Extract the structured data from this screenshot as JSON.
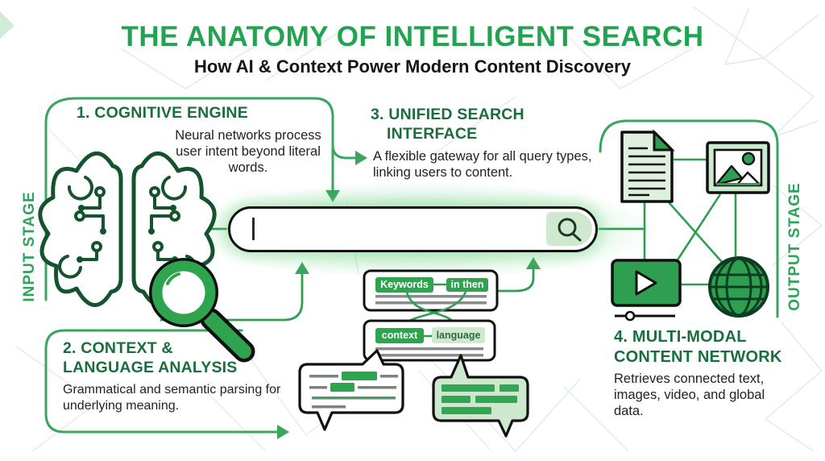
{
  "header": {
    "title": "THE ANATOMY OF INTELLIGENT SEARCH",
    "subtitle": "How AI & Context Power Modern Content Discovery"
  },
  "stages": {
    "input_label": "INPUT STAGE",
    "output_label": "OUTPUT STAGE"
  },
  "sections": {
    "s1": {
      "title": "1. COGNITIVE ENGINE",
      "description": "Neural networks process user intent beyond literal words."
    },
    "s2": {
      "title_line1": "2. CONTEXT &",
      "title_line2": "LANGUAGE ANALYSIS",
      "description": "Grammatical and semantic parsing for underlying meaning."
    },
    "s3": {
      "title_line1": "3. UNIFIED SEARCH",
      "title_line2": "INTERFACE",
      "description": "A flexible gateway for all query types, linking users to content."
    },
    "s4": {
      "title_line1": "4. MULTI-MODAL",
      "title_line2": "CONTENT NETWORK",
      "description": "Retrieves connected text, images, video, and global data."
    }
  },
  "search_bar": {
    "value": "",
    "icon": "magnifier-icon"
  },
  "query_tokens": {
    "row1": [
      "Keywords",
      "in then"
    ],
    "row2": [
      "context",
      "language"
    ]
  },
  "icon_names": [
    "brain-circuit-icon",
    "magnifying-glass-icon",
    "document-icon",
    "image-icon",
    "video-player-icon",
    "globe-icon",
    "speech-bubble-outline",
    "speech-bubble-filled"
  ],
  "colors": {
    "brand_green": "#22a351",
    "heading_green": "#1a6e3e",
    "accent_green": "#2e9e50",
    "light_green": "#cfe9cf",
    "ink": "#111111"
  }
}
